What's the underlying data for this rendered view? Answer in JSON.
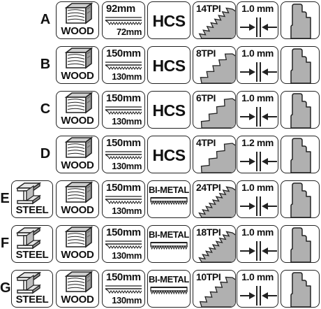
{
  "rows": [
    {
      "label": "A",
      "steel": false,
      "wood_text": "WOOD",
      "length_top": "92mm",
      "length_bottom": "72mm",
      "type": "HCS",
      "tpi": "14TPI",
      "thickness": "1.0 mm"
    },
    {
      "label": "B",
      "steel": false,
      "wood_text": "WOOD",
      "length_top": "150mm",
      "length_bottom": "130mm",
      "type": "HCS",
      "tpi": "8TPI",
      "thickness": "1.0 mm"
    },
    {
      "label": "C",
      "steel": false,
      "wood_text": "WOOD",
      "length_top": "150mm",
      "length_bottom": "130mm",
      "type": "HCS",
      "tpi": "6TPI",
      "thickness": "1.0 mm"
    },
    {
      "label": "D",
      "steel": false,
      "wood_text": "WOOD",
      "length_top": "150mm",
      "length_bottom": "130mm",
      "type": "HCS",
      "tpi": "4TPI",
      "thickness": "1.2 mm"
    },
    {
      "label": "E",
      "steel": true,
      "steel_text": "STEEL",
      "wood_text": "WOOD",
      "length_top": "150mm",
      "length_bottom": "130mm",
      "type": "BI-METAL",
      "tpi": "24TPI",
      "thickness": "1.0 mm"
    },
    {
      "label": "F",
      "steel": true,
      "steel_text": "STEEL",
      "wood_text": "WOOD",
      "length_top": "150mm",
      "length_bottom": "130mm",
      "type": "BI-METAL",
      "tpi": "18TPI",
      "thickness": "1.0 mm"
    },
    {
      "label": "G",
      "steel": true,
      "steel_text": "STEEL",
      "wood_text": "WOOD",
      "length_top": "150mm",
      "length_bottom": "130mm",
      "type": "BI-METAL",
      "tpi": "10TPI",
      "thickness": "1.0 mm"
    }
  ],
  "icons": {
    "wood": "wood-plank-icon",
    "steel": "steel-beam-icon",
    "length": "blade-length-icon",
    "teeth": "blade-teeth-icon",
    "thickness": "thickness-arrows-icon",
    "shank": "t-shank-icon"
  },
  "colors": {
    "border": "#222222",
    "fill": "#b0b0b0",
    "text": "#111111",
    "background": "#ffffff"
  }
}
